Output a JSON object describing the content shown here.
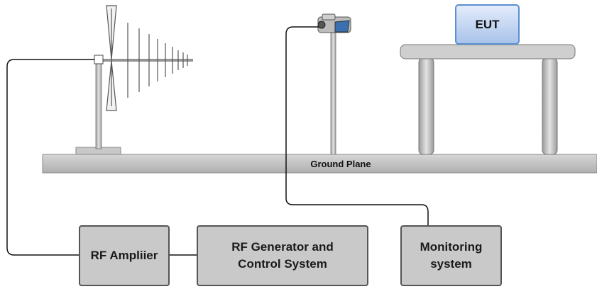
{
  "eut": {
    "label": "EUT"
  },
  "ground_plane": {
    "label": "Ground Plane"
  },
  "blocks": {
    "amplifier": "RF Ampliier",
    "generator": "RF Generator and\nControl System",
    "monitoring": "Monitoring\nsystem"
  }
}
